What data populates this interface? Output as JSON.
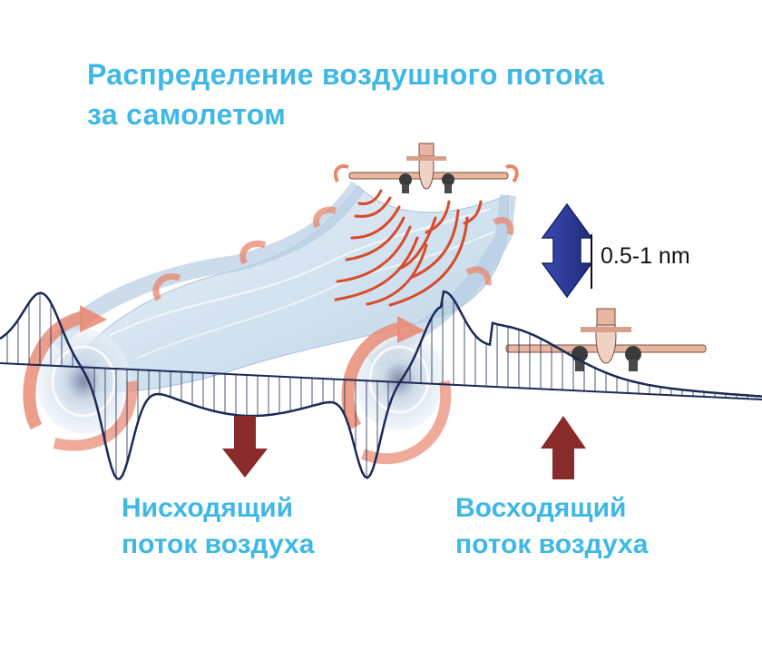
{
  "title": {
    "line1": "Распределение воздушного потока",
    "line2": "за самолетом"
  },
  "separation_label": "0.5-1 nm",
  "downwash_label": {
    "line1": "Нисходящий",
    "line2": "поток воздуха"
  },
  "upwash_label": {
    "line1": "Восходящий",
    "line2": "поток воздуха"
  },
  "colors": {
    "label_blue": "#3fb8e6",
    "wake_blue": "#cfe3f3",
    "swirl_red": "#e9866e",
    "down_arrow": "#8a2b2b",
    "up_arrow": "#8a2b2b",
    "distance_arrow": "#2f3f9e",
    "wave_line": "#1b2a55"
  },
  "icons": {
    "leading_aircraft": "airplane-icon",
    "following_aircraft": "airplane-icon",
    "downwash_arrow": "arrow-down-icon",
    "upwash_arrow": "arrow-up-icon",
    "separation_arrow": "double-arrow-vertical-icon"
  }
}
